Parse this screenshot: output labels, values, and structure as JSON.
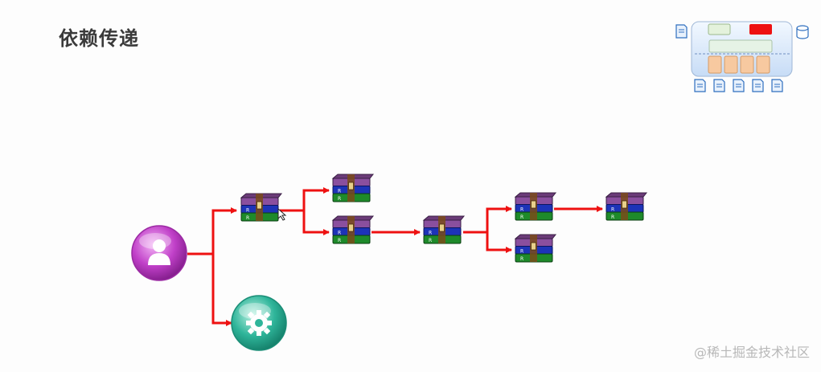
{
  "slide": {
    "title": "依赖传递",
    "watermark": "@稀土掘金技术社区"
  },
  "diagram": {
    "nodes": [
      {
        "id": "user",
        "icon": "user-icon"
      },
      {
        "id": "settings",
        "icon": "gear-icon"
      },
      {
        "id": "jar-1",
        "icon": "archive-icon"
      },
      {
        "id": "jar-2a",
        "icon": "archive-icon"
      },
      {
        "id": "jar-2b",
        "icon": "archive-icon"
      },
      {
        "id": "jar-3",
        "icon": "archive-icon"
      },
      {
        "id": "jar-4a",
        "icon": "archive-icon"
      },
      {
        "id": "jar-4b",
        "icon": "archive-icon"
      },
      {
        "id": "jar-5",
        "icon": "archive-icon"
      }
    ],
    "edges": [
      [
        "user",
        "jar-1"
      ],
      [
        "user",
        "settings"
      ],
      [
        "jar-1",
        "jar-2a"
      ],
      [
        "jar-1",
        "jar-2b"
      ],
      [
        "jar-2b",
        "jar-3"
      ],
      [
        "jar-3",
        "jar-4a"
      ],
      [
        "jar-3",
        "jar-4b"
      ],
      [
        "jar-4a",
        "jar-5"
      ]
    ],
    "colors": {
      "arrow": "#ee1111",
      "user_circle": "#c040c8",
      "settings_circle": "#2fb59a",
      "archive_purple": "#8a4f9e",
      "archive_blue": "#1d33b8",
      "archive_green": "#1e8a2a"
    }
  },
  "thumbnail": {
    "icons": [
      "document-icon",
      "database-icon"
    ],
    "colors": {
      "accent_red": "#ee1111",
      "panel_blue": "#cfe2f8",
      "bar_green": "#e4f2dc",
      "box_orange": "#f7c9a0"
    }
  }
}
